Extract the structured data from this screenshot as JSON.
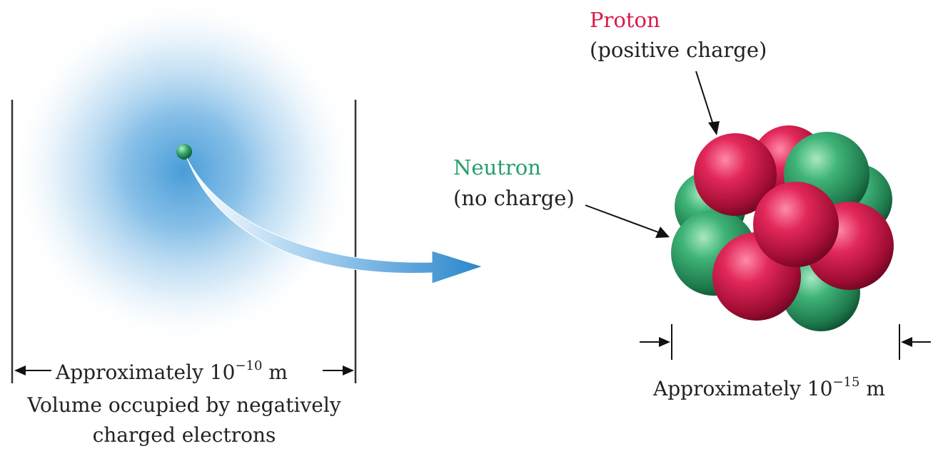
{
  "atom": {
    "size_label": {
      "prefix": "Approximately 10",
      "exponent": "−10",
      "unit": " m"
    },
    "caption": {
      "line1": "Volume occupied by negatively",
      "line2": "charged electrons"
    }
  },
  "nucleus": {
    "proton": {
      "name": "Proton",
      "charge": "(positive charge)"
    },
    "neutron": {
      "name": "Neutron",
      "charge": "(no charge)"
    },
    "size_label": {
      "prefix": "Approximately 10",
      "exponent": "−15",
      "unit": " m"
    }
  },
  "colors": {
    "proton": "#d81b4a",
    "neutron": "#27a06a",
    "electron_cloud": "#4a9fd8",
    "arrow": "#3b95d6",
    "text": "#222222"
  }
}
